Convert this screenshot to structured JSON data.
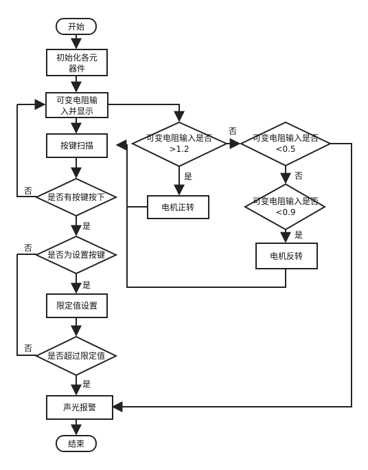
{
  "nodes": {
    "start": "开始",
    "init_1": "初始化各元",
    "init_2": "器件",
    "read_1": "可变电阻输",
    "read_2": "入并显示",
    "scan": "按键扫描",
    "pressed": "是否有按键按下",
    "is_set": "是否为设置按键",
    "set_limit": "限定值设置",
    "over": "是否超过限定值",
    "alarm": "声光报警",
    "end": "结束",
    "gt_1": "可变电阻输入是否",
    "gt_2": ">1.2",
    "fwd": "电机正转",
    "lt05_1": "可变电阻输入是否",
    "lt05_2": "<0.5",
    "lt09_1": "可变电阻输入是否",
    "lt09_2": "<0.9",
    "rev": "电机反转"
  },
  "labels": {
    "yes": "是",
    "no": "否"
  }
}
